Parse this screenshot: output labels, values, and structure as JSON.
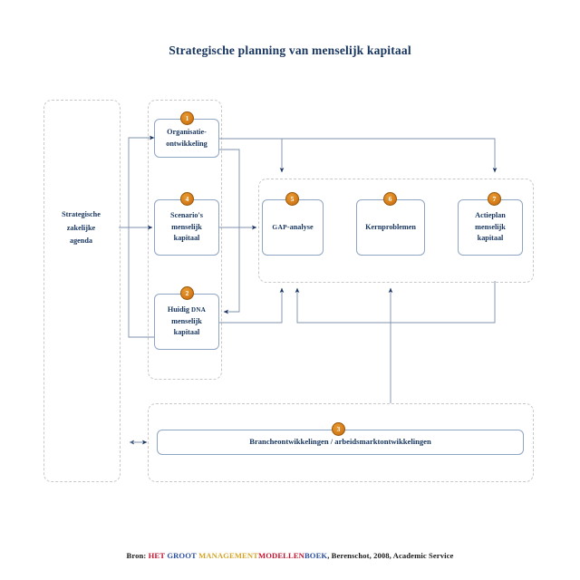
{
  "title": "Strategische planning van menselijk kapitaal",
  "colors": {
    "text_navy": "#17355e",
    "box_border": "#8fa5c4",
    "group_border_dashed": "#c9c9c9",
    "badge_orange": "#d8801c",
    "connector": "#6b7f9e",
    "footer_red": "#c0152f",
    "footer_blue": "#2b4f9e",
    "footer_gold": "#d3a62b"
  },
  "groups": [
    {
      "id": "group-strategy",
      "name": "strategy-group"
    },
    {
      "id": "group-input",
      "name": "input-group"
    },
    {
      "id": "group-analysis",
      "name": "analysis-group"
    },
    {
      "id": "group-market",
      "name": "market-group"
    }
  ],
  "nodes": {
    "strategy": {
      "number": "",
      "label": "Strategische zakelijke agenda",
      "lines": [
        "Strategische",
        "zakelijke",
        "agenda"
      ]
    },
    "n1": {
      "number": "1",
      "label": "Organisatie-ontwikkeling",
      "lines": [
        "Organisatie-",
        "ontwikkeling"
      ]
    },
    "n4": {
      "number": "4",
      "label": "Scenario's menselijk kapitaal",
      "lines": [
        "Scenario's",
        "menselijk",
        "kapitaal"
      ]
    },
    "n2": {
      "number": "2",
      "label": "Huidig DNA menselijk kapitaal",
      "lines": [
        "Huidig DNA",
        "menselijk",
        "kapitaal"
      ],
      "line1_main": "Huidig ",
      "line1_smallcaps": "DNA"
    },
    "n5": {
      "number": "5",
      "label": "GAP-analyse",
      "lines": [
        "GAP-analyse"
      ],
      "smallcaps_prefix": "GAP",
      "rest": "-analyse"
    },
    "n6": {
      "number": "6",
      "label": "Kernproblemen",
      "lines": [
        "Kernproblemen"
      ]
    },
    "n7": {
      "number": "7",
      "label": "Actieplan menselijk kapitaal",
      "lines": [
        "Actieplan",
        "menselijk",
        "kapitaal"
      ]
    },
    "n3": {
      "number": "3",
      "label": "Brancheontwikkelingen / arbeidsmarktontwikkelingen",
      "lines": [
        "Brancheontwikkelingen / arbeidsmarktontwikkelingen"
      ]
    }
  },
  "footer": {
    "prefix": "Bron: ",
    "het": "HET",
    "groot": "GROOT",
    "management": "MANAGEMENT",
    "modellen": "MODELLEN",
    "boek": "BOEK",
    "suffix": ", Berenschot, 2008, Academic Service"
  }
}
